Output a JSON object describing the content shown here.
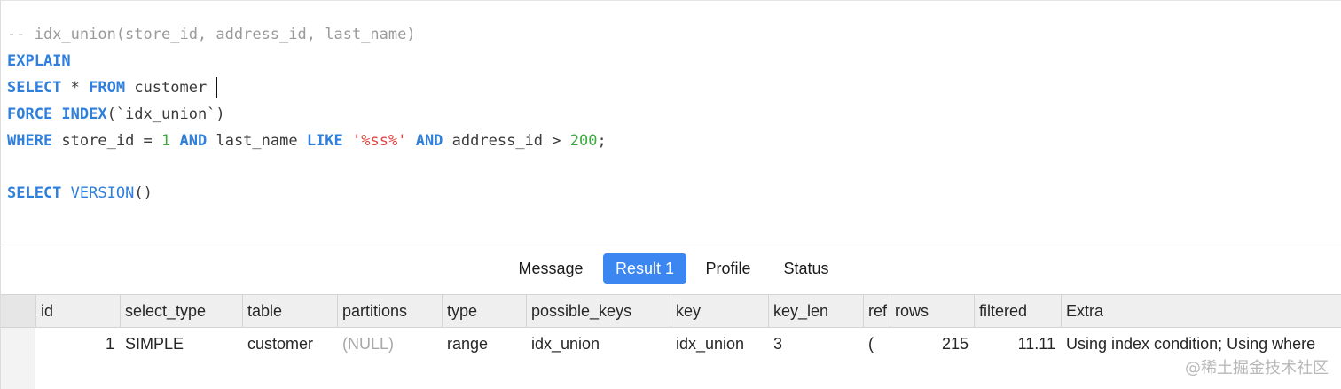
{
  "editor": {
    "lines": [
      {
        "parts": [
          {
            "t": "-- idx_union(store_id, address_id, last_name)",
            "c": "cm"
          }
        ]
      },
      {
        "parts": [
          {
            "t": "EXPLAIN",
            "c": "kw"
          }
        ]
      },
      {
        "parts": [
          {
            "t": "SELECT",
            "c": "kw"
          },
          {
            "t": " * "
          },
          {
            "t": "FROM",
            "c": "kw"
          },
          {
            "t": " customer"
          }
        ],
        "caret": true
      },
      {
        "parts": [
          {
            "t": "FORCE INDEX",
            "c": "kw"
          },
          {
            "t": "(`idx_union`)"
          }
        ]
      },
      {
        "parts": [
          {
            "t": "WHERE",
            "c": "kw"
          },
          {
            "t": " store_id = "
          },
          {
            "t": "1",
            "c": "num"
          },
          {
            "t": " "
          },
          {
            "t": "AND",
            "c": "kw"
          },
          {
            "t": " last_name "
          },
          {
            "t": "LIKE",
            "c": "kw"
          },
          {
            "t": " "
          },
          {
            "t": "'%ss%'",
            "c": "str"
          },
          {
            "t": " "
          },
          {
            "t": "AND",
            "c": "kw"
          },
          {
            "t": " address_id > "
          },
          {
            "t": "200",
            "c": "num"
          },
          {
            "t": ";"
          }
        ]
      },
      {
        "parts": []
      },
      {
        "parts": [
          {
            "t": "SELECT",
            "c": "kw"
          },
          {
            "t": " "
          },
          {
            "t": "VERSION",
            "c": "fn"
          },
          {
            "t": "()"
          }
        ]
      }
    ]
  },
  "tabs": [
    {
      "label": "Message",
      "active": false
    },
    {
      "label": "Result 1",
      "active": true
    },
    {
      "label": "Profile",
      "active": false
    },
    {
      "label": "Status",
      "active": false
    }
  ],
  "grid": {
    "columns": [
      "id",
      "select_type",
      "table",
      "partitions",
      "type",
      "possible_keys",
      "key",
      "key_len",
      "ref",
      "rows",
      "filtered",
      "Extra"
    ],
    "rows": [
      [
        "1",
        "SIMPLE",
        "customer",
        "(NULL)",
        "range",
        "idx_union",
        "idx_union",
        "3",
        "(",
        "215",
        "11.11",
        "Using index condition; Using where"
      ]
    ]
  },
  "watermark": "@稀土掘金技术社区",
  "colors": {
    "accent": "#3c86f2",
    "keyword": "#2f7fdc",
    "comment": "#9a9a9a",
    "number": "#3cab3c",
    "string": "#e0453f"
  }
}
